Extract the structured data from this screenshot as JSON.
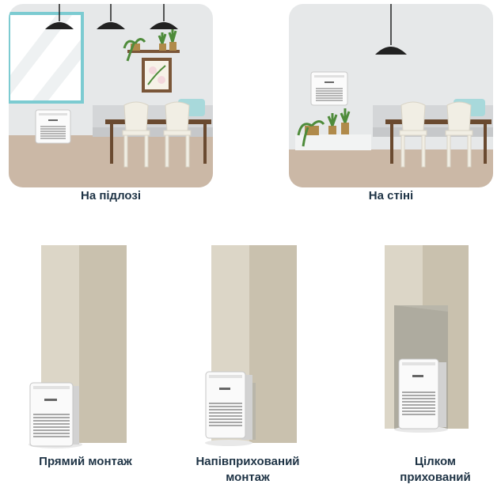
{
  "scenes": {
    "floor": {
      "label": "На підлозі"
    },
    "wall": {
      "label": "На стіні"
    }
  },
  "installs": {
    "direct": {
      "label": "Прямий монтаж"
    },
    "semi": {
      "line1": "Напівприхований",
      "line2": "монтаж"
    },
    "full": {
      "line1": "Цілком",
      "line2": "прихований"
    }
  },
  "colors": {
    "wall": "#e6e8e9",
    "floor": "#cbb8a6",
    "column_light": "#dcd6c7",
    "column_dark": "#c9c1ae",
    "niche": "#b9b6aa",
    "caption": "#1e3345",
    "table": "#6a4a30",
    "window_frame": "#7ccbd1"
  },
  "icons": [
    "pendant-lamp-icon",
    "plant-icon",
    "flower-painting-icon",
    "chair-icon",
    "unit-icon"
  ]
}
